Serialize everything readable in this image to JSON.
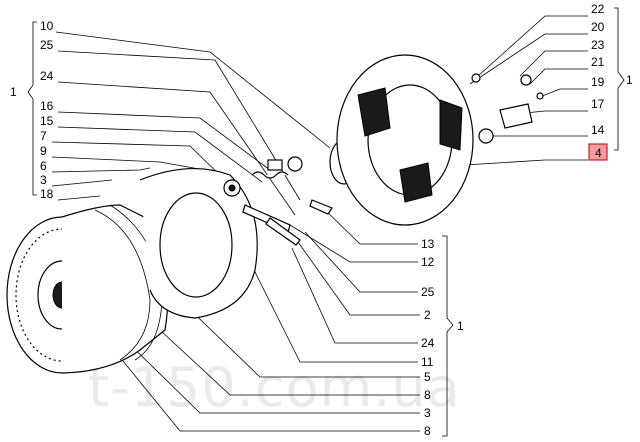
{
  "callouts_left": [
    "10",
    "25",
    "24",
    "16",
    "15",
    "7",
    "9",
    "6",
    "3",
    "18"
  ],
  "callouts_right_top": [
    "22",
    "20",
    "23",
    "21",
    "19",
    "17",
    "14",
    "4"
  ],
  "callouts_bottom_right": [
    "13",
    "12",
    "25",
    "2",
    "24",
    "11",
    "5",
    "8",
    "3",
    "8"
  ],
  "group_labels": {
    "left": "1",
    "right_top": "1",
    "bottom_right": "1"
  },
  "highlighted_callout": "4",
  "highlight_color": "#f79aa0",
  "watermark": "t-150.com.ua"
}
